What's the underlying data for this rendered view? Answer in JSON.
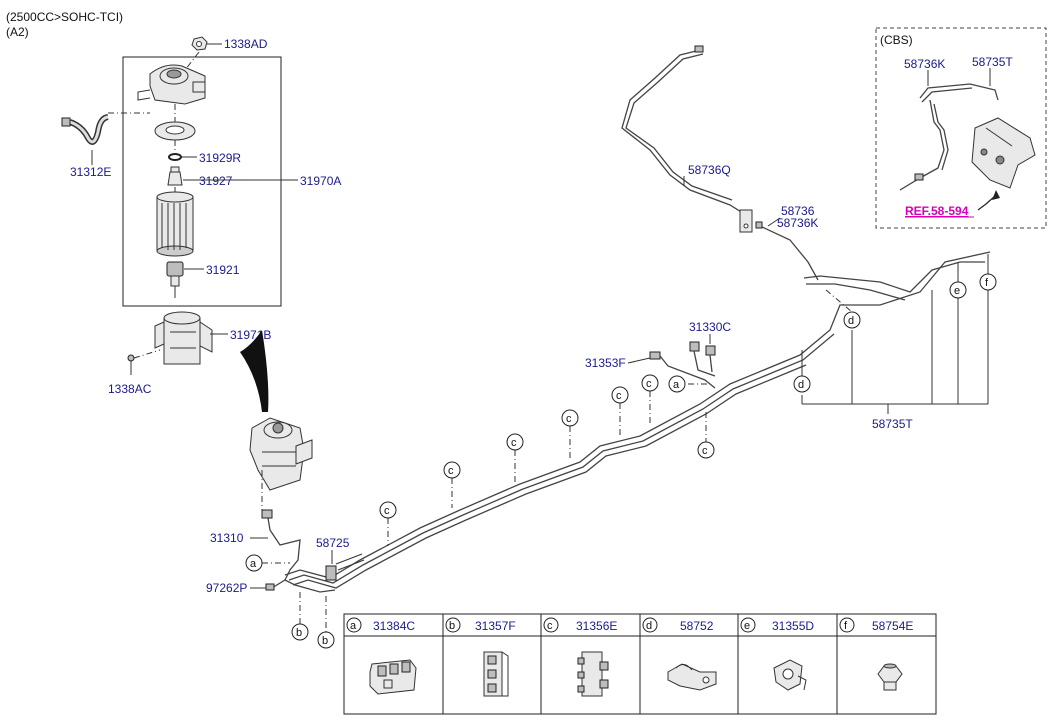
{
  "header": {
    "line1": "(2500CC>SOHC-TCI)",
    "line2": "(A2)"
  },
  "cbs": {
    "title": "(CBS)",
    "ref_label": "REF.58-594"
  },
  "labels": {
    "p1338AD": "1338AD",
    "p31312E": "31312E",
    "p31929R": "31929R",
    "p31927": "31927",
    "p31970A": "31970A",
    "p31921": "31921",
    "p31971B": "31971B",
    "p1338AC": "1338AC",
    "p31310": "31310",
    "p97262P": "97262P",
    "p58725": "58725",
    "p31353F": "31353F",
    "p31330C": "31330C",
    "p58736Q": "58736Q",
    "p58736": "58736",
    "p58736K": "58736K",
    "p58735T": "58735T",
    "cbs58736K": "58736K",
    "cbs58735T": "58735T"
  },
  "callouts": {
    "a": "a",
    "b": "b",
    "c": "c",
    "d": "d",
    "e": "e",
    "f": "f"
  },
  "legend": [
    {
      "letter": "a",
      "part": "31384C",
      "icon": "clip-triple-icon"
    },
    {
      "letter": "b",
      "part": "31357F",
      "icon": "clip-vertical-icon"
    },
    {
      "letter": "c",
      "part": "31356E",
      "icon": "clip-stack-icon"
    },
    {
      "letter": "d",
      "part": "58752",
      "icon": "bracket-clip-icon"
    },
    {
      "letter": "e",
      "part": "31355D",
      "icon": "grommet-clip-icon"
    },
    {
      "letter": "f",
      "part": "58754E",
      "icon": "fitting-nut-icon"
    }
  ]
}
